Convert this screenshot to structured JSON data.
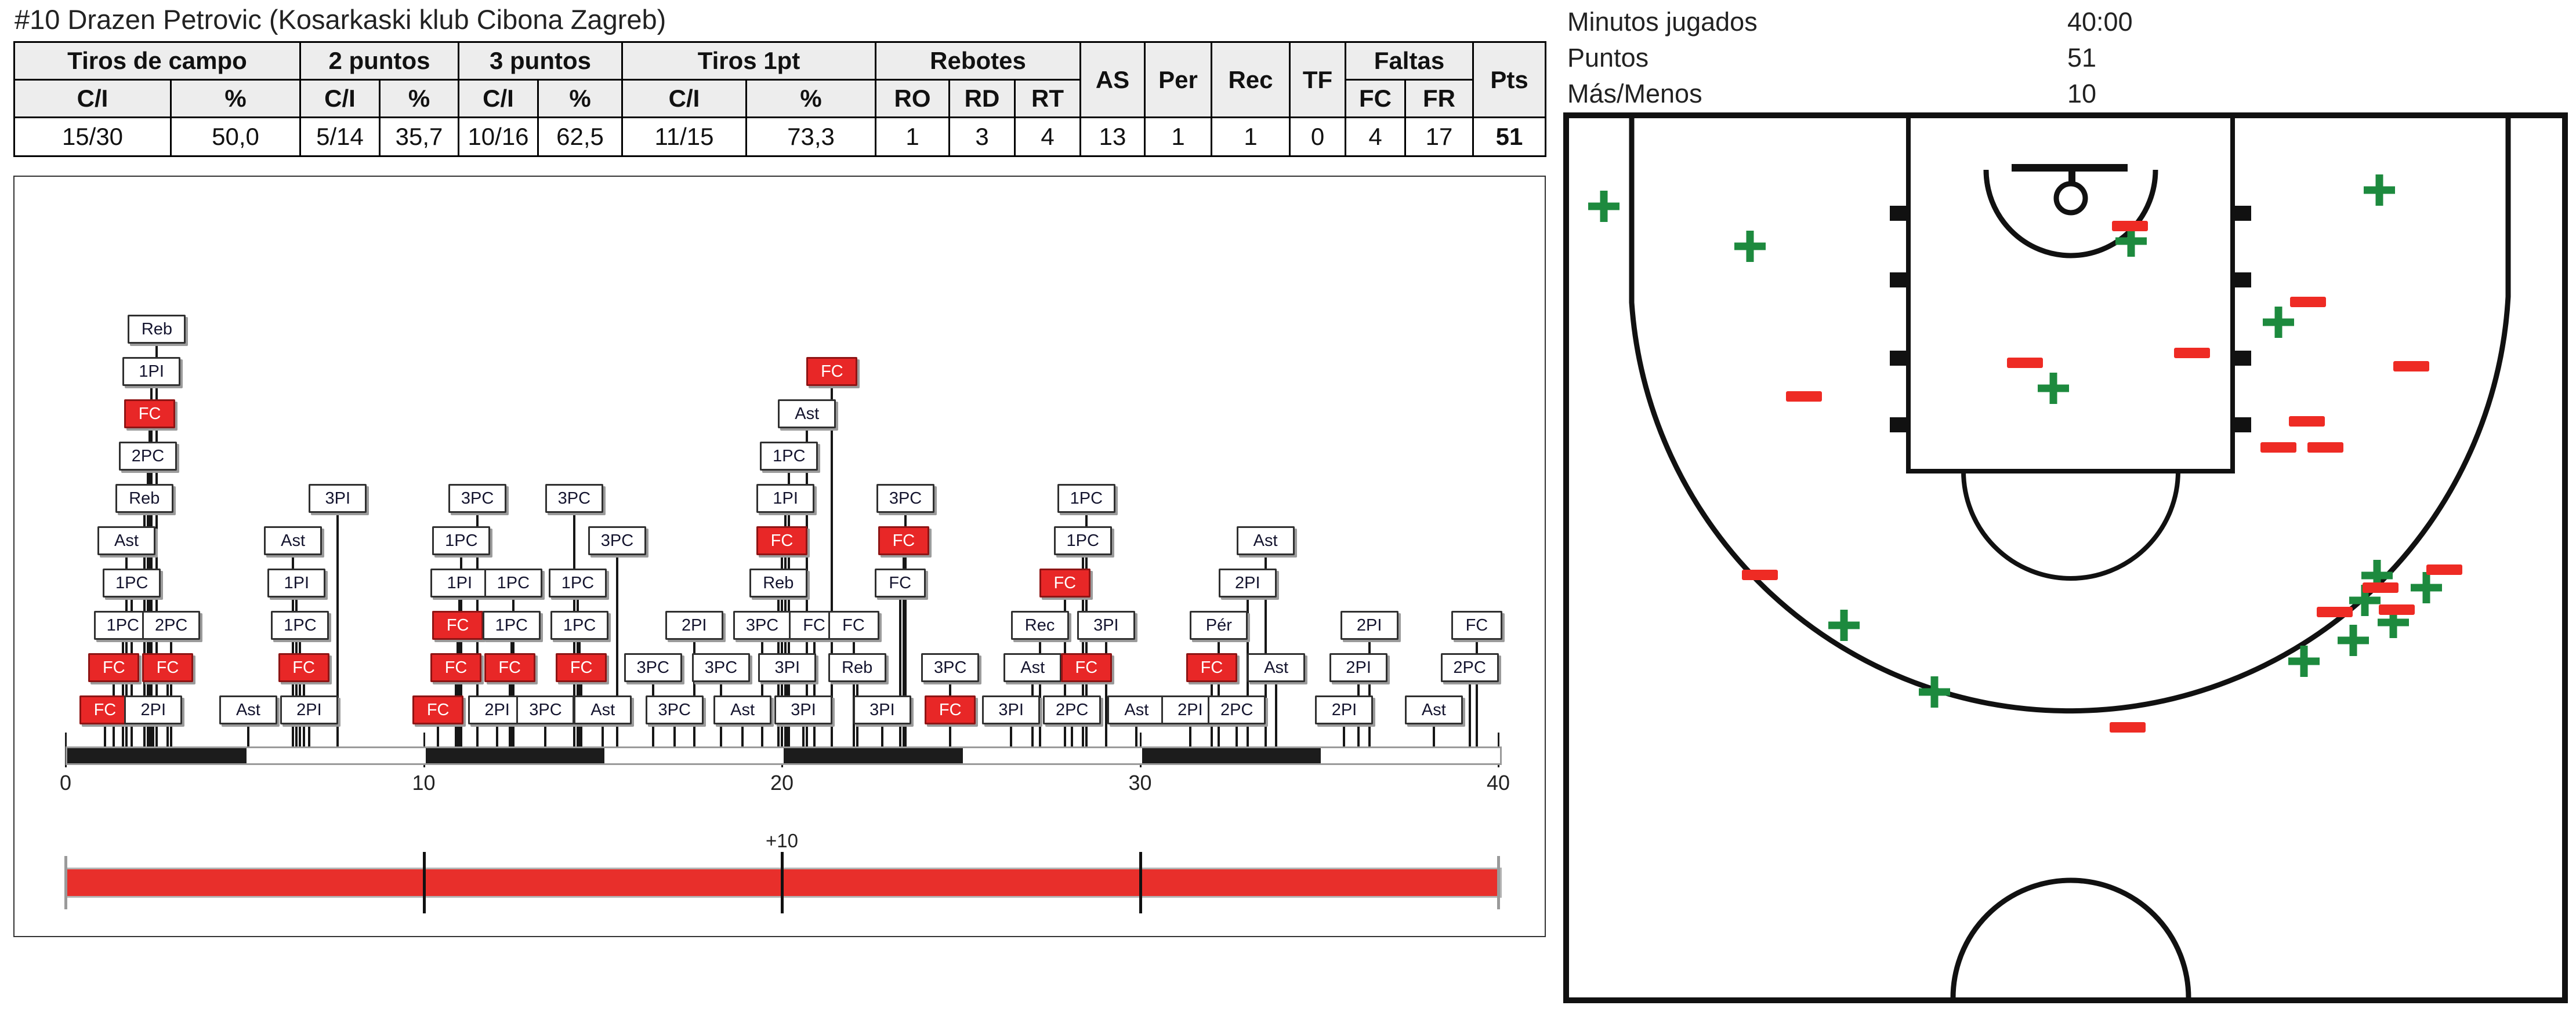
{
  "title": "#10 Drazen Petrovic (Kosarkaski klub Cibona Zagreb)",
  "info_panel": {
    "rows": [
      {
        "label": "Minutos jugados",
        "value": "40:00"
      },
      {
        "label": "Puntos",
        "value": "51"
      },
      {
        "label": "Más/Menos",
        "value": "10"
      }
    ]
  },
  "stats_table": {
    "group_headers": [
      {
        "label": "Tiros de campo",
        "colspan": 2
      },
      {
        "label": "2 puntos",
        "colspan": 2
      },
      {
        "label": "3 puntos",
        "colspan": 2
      },
      {
        "label": "Tiros 1pt",
        "colspan": 2
      },
      {
        "label": "Rebotes",
        "colspan": 3
      },
      {
        "label": "AS",
        "rowspan": 2
      },
      {
        "label": "Per",
        "rowspan": 2
      },
      {
        "label": "Rec",
        "rowspan": 2
      },
      {
        "label": "TF",
        "rowspan": 2
      },
      {
        "label": "Faltas",
        "colspan": 2
      },
      {
        "label": "Pts",
        "rowspan": 2
      }
    ],
    "sub_headers": [
      "C/I",
      "%",
      "C/I",
      "%",
      "C/I",
      "%",
      "C/I",
      "%",
      "RO",
      "RD",
      "RT",
      "FC",
      "FR"
    ],
    "values": [
      "15/30",
      "50,0",
      "5/14",
      "35,7",
      "10/16",
      "62,5",
      "11/15",
      "73,3",
      "1",
      "3",
      "4",
      "13",
      "1",
      "1",
      "0",
      "4",
      "17",
      "51"
    ]
  },
  "colors": {
    "event_red": "#e82727",
    "made_green": "#1d8a3e",
    "missed_red": "#ee2b24",
    "ruler_black": "#1c1c1c"
  },
  "chart_data": [
    {
      "type": "timeline",
      "title": "Player event timeline (minutes 0-40)",
      "xlim": [
        0,
        40
      ],
      "x_ticks": [
        0,
        10,
        20,
        30,
        40
      ],
      "ruler_black_segments_min": [
        [
          0,
          5
        ],
        [
          10,
          15
        ],
        [
          20,
          25
        ],
        [
          30,
          35
        ]
      ],
      "plus_minus": {
        "label": "+10",
        "label_at_min": 20,
        "bar_range_min": [
          0,
          40
        ],
        "tick_positions_min": [
          0,
          10,
          20,
          30,
          40
        ]
      },
      "events_note": "each event = [minute, stack_row(1=bottom), label, red_flag]",
      "events": [
        [
          1.1,
          1,
          "FC",
          1
        ],
        [
          2.45,
          1,
          "2PI",
          0
        ],
        [
          1.35,
          2,
          "FC",
          1
        ],
        [
          2.85,
          2,
          "FC",
          1
        ],
        [
          1.6,
          3,
          "1PC",
          0
        ],
        [
          2.95,
          3,
          "2PC",
          0
        ],
        [
          1.85,
          4,
          "1PC",
          0
        ],
        [
          1.7,
          5,
          "Ast",
          0
        ],
        [
          2.2,
          6,
          "Reb",
          0
        ],
        [
          2.3,
          7,
          "2PC",
          0
        ],
        [
          2.35,
          8,
          "FC",
          1
        ],
        [
          2.4,
          9,
          "1PI",
          0
        ],
        [
          2.55,
          10,
          "Reb",
          0
        ],
        [
          5.1,
          1,
          "Ast",
          0
        ],
        [
          6.8,
          1,
          "2PI",
          0
        ],
        [
          6.65,
          2,
          "FC",
          1
        ],
        [
          6.55,
          3,
          "1PC",
          0
        ],
        [
          6.45,
          4,
          "1PI",
          0
        ],
        [
          6.35,
          5,
          "Ast",
          0
        ],
        [
          7.6,
          6,
          "3PI",
          0
        ],
        [
          10.4,
          1,
          "FC",
          1
        ],
        [
          12.05,
          1,
          "2PI",
          0
        ],
        [
          10.9,
          2,
          "FC",
          1
        ],
        [
          12.4,
          2,
          "FC",
          1
        ],
        [
          10.95,
          3,
          "FC",
          1
        ],
        [
          12.45,
          3,
          "1PC",
          0
        ],
        [
          11.0,
          4,
          "1PI",
          0
        ],
        [
          12.5,
          4,
          "1PC",
          0
        ],
        [
          11.05,
          5,
          "1PC",
          0
        ],
        [
          11.5,
          6,
          "3PC",
          0
        ],
        [
          13.4,
          1,
          "3PC",
          0
        ],
        [
          15.0,
          1,
          "Ast",
          0
        ],
        [
          14.4,
          2,
          "FC",
          1
        ],
        [
          14.35,
          3,
          "1PC",
          0
        ],
        [
          14.3,
          4,
          "1PC",
          0
        ],
        [
          15.4,
          5,
          "3PC",
          0
        ],
        [
          14.2,
          6,
          "3PC",
          0
        ],
        [
          17.0,
          1,
          "3PC",
          0
        ],
        [
          18.9,
          1,
          "Ast",
          0
        ],
        [
          16.4,
          2,
          "3PC",
          0
        ],
        [
          18.3,
          2,
          "3PC",
          0
        ],
        [
          17.55,
          3,
          "2PI",
          0
        ],
        [
          20.6,
          1,
          "3PI",
          0
        ],
        [
          20.15,
          2,
          "3PI",
          0
        ],
        [
          19.45,
          3,
          "3PC",
          0
        ],
        [
          19.9,
          4,
          "Reb",
          0
        ],
        [
          20.0,
          5,
          "FC",
          1
        ],
        [
          20.1,
          6,
          "1PI",
          0
        ],
        [
          20.2,
          7,
          "1PC",
          0
        ],
        [
          20.7,
          8,
          "Ast",
          0
        ],
        [
          21.4,
          9,
          "FC",
          1
        ],
        [
          22.8,
          1,
          "3PI",
          0
        ],
        [
          22.1,
          2,
          "Reb",
          0
        ],
        [
          20.9,
          3,
          "FC",
          0
        ],
        [
          22.0,
          3,
          "FC",
          0
        ],
        [
          23.3,
          4,
          "FC",
          0
        ],
        [
          23.4,
          5,
          "FC",
          1
        ],
        [
          23.45,
          6,
          "3PC",
          0
        ],
        [
          24.7,
          1,
          "FC",
          1
        ],
        [
          26.4,
          1,
          "3PI",
          0
        ],
        [
          28.1,
          1,
          "2PC",
          0
        ],
        [
          24.7,
          2,
          "3PC",
          0
        ],
        [
          27.0,
          2,
          "Ast",
          0
        ],
        [
          28.5,
          2,
          "FC",
          1
        ],
        [
          27.2,
          3,
          "Rec",
          0
        ],
        [
          29.05,
          3,
          "3PI",
          0
        ],
        [
          27.9,
          4,
          "FC",
          1
        ],
        [
          28.4,
          5,
          "1PC",
          0
        ],
        [
          28.5,
          6,
          "1PC",
          0
        ],
        [
          29.9,
          1,
          "Ast",
          0
        ],
        [
          31.4,
          1,
          "2PI",
          0
        ],
        [
          32.7,
          1,
          "2PC",
          0
        ],
        [
          32.0,
          2,
          "FC",
          1
        ],
        [
          33.8,
          2,
          "Ast",
          0
        ],
        [
          32.2,
          3,
          "Pér",
          0
        ],
        [
          33.0,
          4,
          "2PI",
          0
        ],
        [
          33.5,
          5,
          "Ast",
          0
        ],
        [
          35.7,
          1,
          "2PI",
          0
        ],
        [
          36.1,
          2,
          "2PI",
          0
        ],
        [
          36.4,
          3,
          "2PI",
          0
        ],
        [
          38.2,
          1,
          "Ast",
          0
        ],
        [
          39.2,
          2,
          "2PC",
          0
        ],
        [
          39.4,
          3,
          "FC",
          0
        ]
      ]
    },
    {
      "type": "scatter",
      "title": "Shot chart (half court)",
      "coords": "page pixels",
      "series": [
        {
          "name": "made",
          "symbol": "plus",
          "color": "#1d8a3e",
          "points": [
            [
              2765,
              356
            ],
            [
              3017,
              425
            ],
            [
              3540,
              670
            ],
            [
              3674,
              416
            ],
            [
              4102,
              328
            ],
            [
              3928,
              556
            ],
            [
              3179,
              1079
            ],
            [
              3335,
              1194
            ],
            [
              4098,
              993
            ],
            [
              4077,
              1036
            ],
            [
              4183,
              1014
            ],
            [
              4126,
              1074
            ],
            [
              4057,
              1105
            ],
            [
              3972,
              1141
            ]
          ]
        },
        {
          "name": "missed",
          "symbol": "minus",
          "color": "#ee2b24",
          "points": [
            [
              3110,
              684
            ],
            [
              3491,
              626
            ],
            [
              3672,
              390
            ],
            [
              3979,
              521
            ],
            [
              3779,
              609
            ],
            [
              4157,
              632
            ],
            [
              3977,
              727
            ],
            [
              3928,
              772
            ],
            [
              4009,
              772
            ],
            [
              3034,
              992
            ],
            [
              4214,
              983
            ],
            [
              4104,
              1014
            ],
            [
              4025,
              1056
            ],
            [
              4132,
              1052
            ],
            [
              3668,
              1255
            ]
          ]
        }
      ]
    }
  ]
}
